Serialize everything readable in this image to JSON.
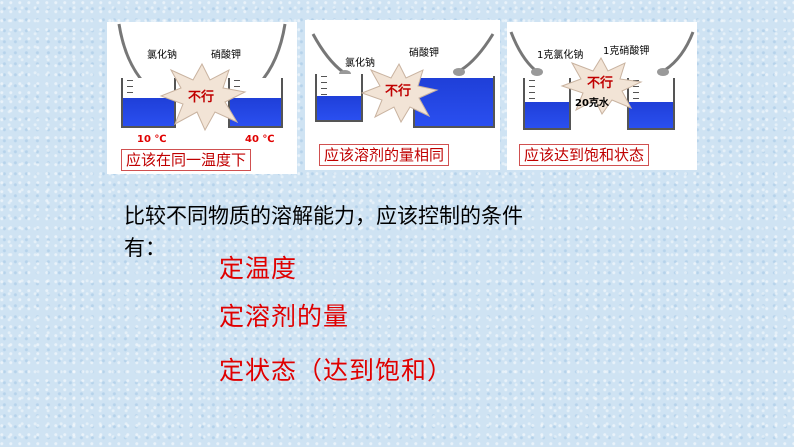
{
  "panel1": {
    "left_label": "氯化钠",
    "right_label": "硝酸钾",
    "burst": "不行",
    "left_temp": "10 ℃",
    "right_temp": "40 ℃",
    "caption": "应该在同一温度下"
  },
  "panel2": {
    "left_label": "氯化钠",
    "right_label": "硝酸钾",
    "burst": "不行",
    "caption": "应该溶剂的量相同"
  },
  "panel3": {
    "left_label": "1克氯化钠",
    "right_label": "1克硝酸钾",
    "burst": "不行",
    "water_label": "20克水",
    "caption": "应该达到饱和状态"
  },
  "question": {
    "line1": "比较不同物质的溶解能力，应该控制的条件",
    "line2": "有："
  },
  "answers": [
    "定温度",
    "定溶剂的量",
    "定状态（达到饱和）"
  ],
  "colors": {
    "water": "#2244e6",
    "answer": "#e00000",
    "caption": "#c00000",
    "burst": "#f2e4d6"
  }
}
